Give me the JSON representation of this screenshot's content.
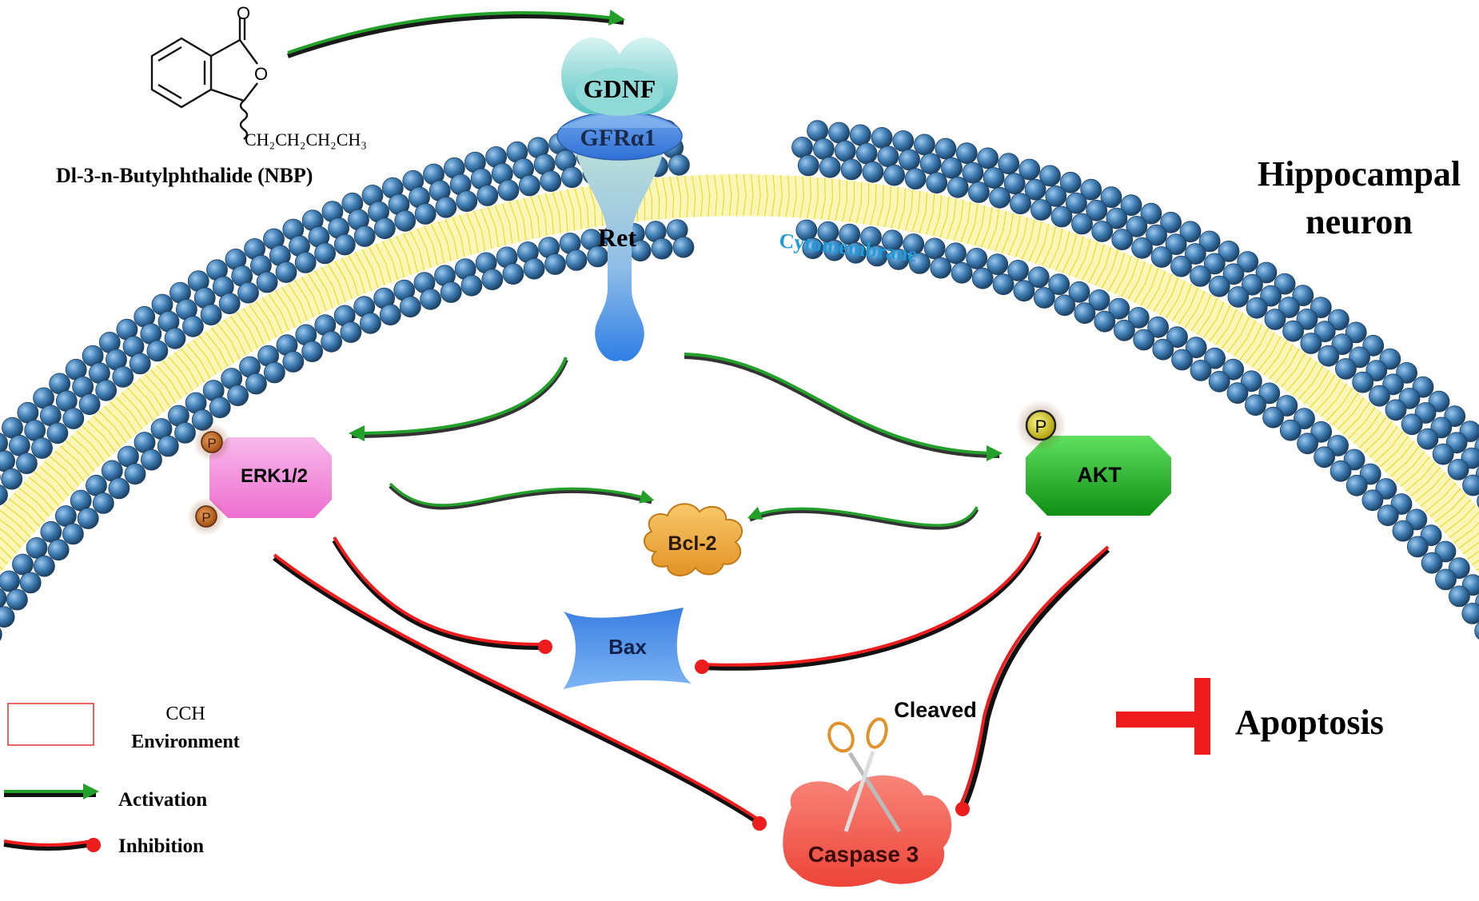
{
  "compound": {
    "name": "Dl-3-n-Butylphthalide  (NBP)",
    "carbonyl_o": "O",
    "ring_o": "O",
    "side_chain": "CH₂CH₂CH₂CH₃"
  },
  "receptor": {
    "gdnf": "GDNF",
    "gfra1": "GFRα1",
    "ret": "Ret"
  },
  "membrane_label": "Cytomembrane",
  "cell_title": {
    "line1": "Hippocampal",
    "line2": "neuron"
  },
  "phospho": "P",
  "nodes": {
    "erk": "ERK1/2",
    "akt": "AKT",
    "bcl2": "Bcl-2",
    "bax": "Bax",
    "caspase": "Caspase 3",
    "cleaved": "Cleaved"
  },
  "outcome": "Apoptosis",
  "legend": {
    "cch_line1": "CCH",
    "cch_line2": "Environment",
    "activation": "Activation",
    "inhibition": "Inhibition"
  },
  "colors": {
    "activation": "#22a02a",
    "inhibition": "#ee1c1c",
    "erk": "#f287d6",
    "akt": "#1fbf1f",
    "bcl2": "#eda23b",
    "bax": "#4f90ea",
    "caspase": "#ef5a4e",
    "membrane_head": "#3d7bb0",
    "membrane_tail": "#f2e94a",
    "cytomembrane_text": "#1f9bd9"
  }
}
